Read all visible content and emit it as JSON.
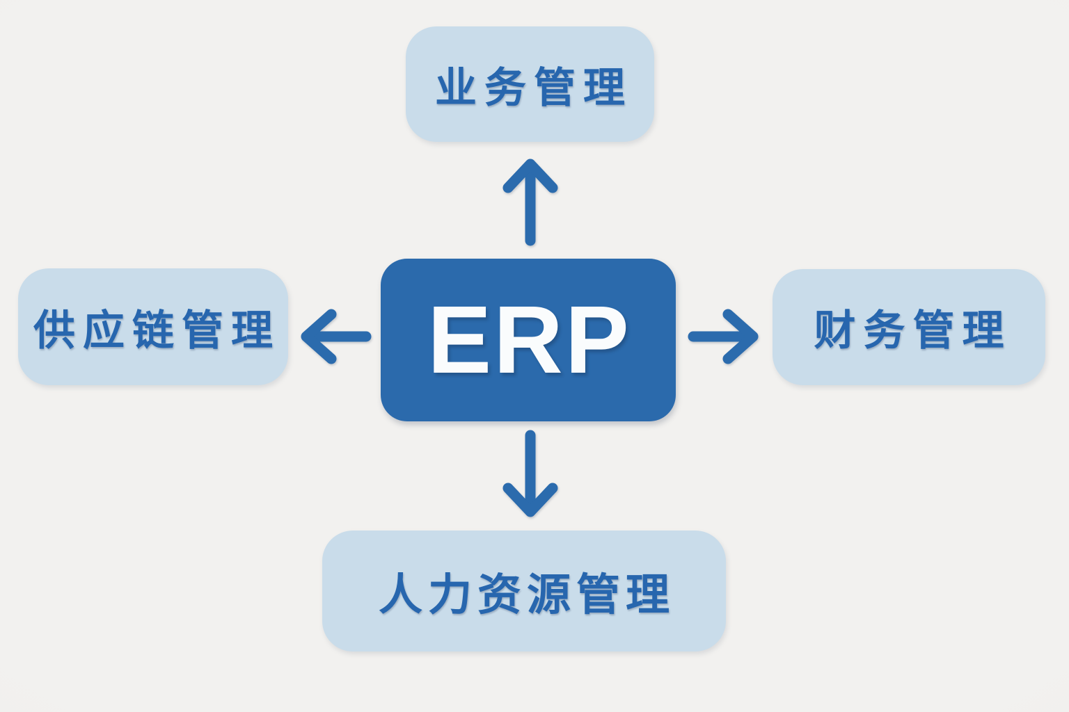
{
  "diagram": {
    "title": "ERP modules diagram",
    "center": {
      "label": "ERP"
    },
    "nodes": [
      {
        "id": "business",
        "label": "业务管理",
        "position": "top",
        "arrow_direction": "up"
      },
      {
        "id": "finance",
        "label": "财务管理",
        "position": "right",
        "arrow_direction": "right"
      },
      {
        "id": "hr",
        "label": "人力资源管理",
        "position": "bottom",
        "arrow_direction": "down"
      },
      {
        "id": "supply-chain",
        "label": "供应链管理",
        "position": "left",
        "arrow_direction": "left"
      }
    ],
    "colors": {
      "background": "#f2f1ef",
      "center_box": "#2b6aac",
      "center_text": "#fafcfd",
      "node_box": "#c9dcea",
      "node_text": "#2766ae",
      "arrow": "#2b6bad"
    }
  }
}
